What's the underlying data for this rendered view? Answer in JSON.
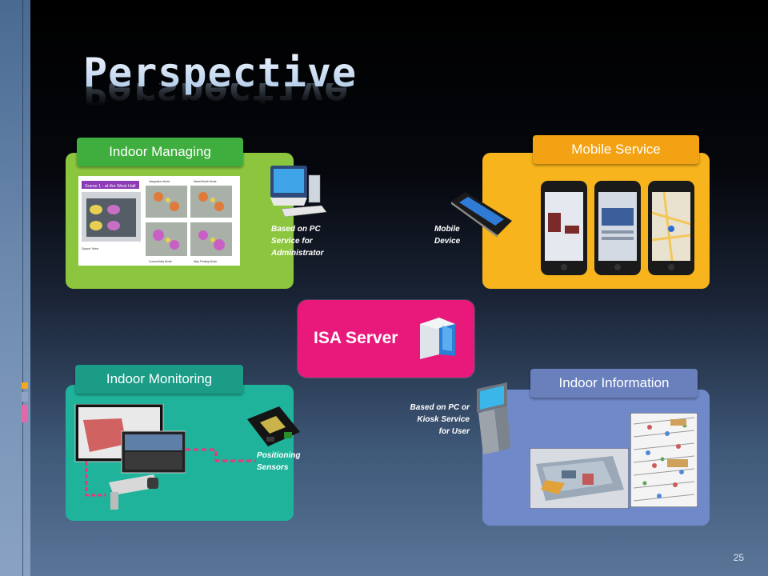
{
  "title": "Perspective",
  "page_number": "25",
  "center": {
    "label": "ISA Server",
    "icon": "server-icon"
  },
  "panels": {
    "indoor_managing": {
      "tab": "Indoor Managing",
      "screen": {
        "header": "Scene 1 : at the West Hall",
        "footer": "Space View"
      },
      "modes": [
        "Integration Mode",
        "Maze/Depth Mode",
        "Connectivity Mode",
        "Way Finding Mode"
      ],
      "caption": [
        "Based on PC",
        "Service  for",
        "Administrator"
      ]
    },
    "mobile_service": {
      "tab": "Mobile Service",
      "caption": [
        "Mobile",
        "Device"
      ]
    },
    "indoor_monitoring": {
      "tab": "Indoor Monitoring",
      "caption": [
        "Positioning",
        "Sensors"
      ]
    },
    "indoor_information": {
      "tab": "Indoor Information",
      "caption": [
        "Based on PC or",
        "Kiosk Service",
        "for  User"
      ]
    }
  },
  "colors": {
    "managing": "#8cc63f",
    "mobile": "#f7b41c",
    "monitoring": "#1fb39b",
    "information": "#7089c9",
    "server": "#e8197a",
    "accent_squares": [
      "#f2a81c",
      "#8fa3c8",
      "#e06aa8"
    ]
  }
}
